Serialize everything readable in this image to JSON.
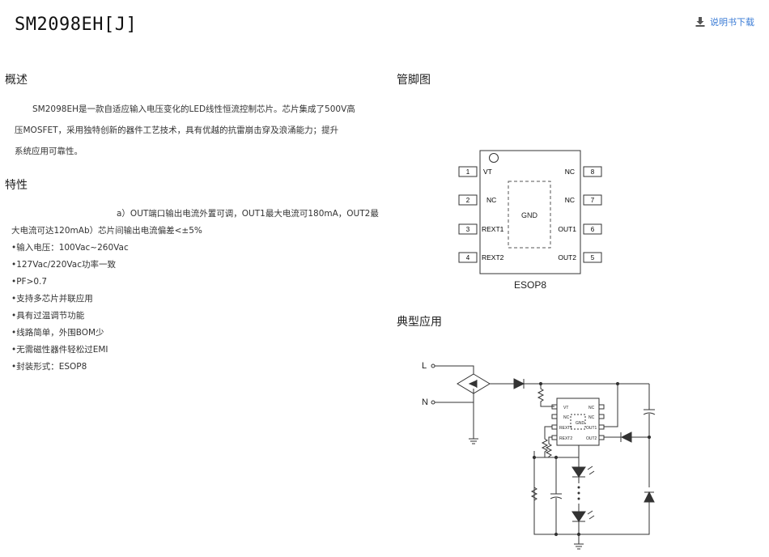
{
  "product": {
    "title": "SM2098EH[J]",
    "download_label": "说明书下载",
    "download_icon": "download-icon"
  },
  "overview": {
    "heading": "概述",
    "lines": [
      "SM2098EH是一款自适应输入电压变化的LED线性恒流控制芯片。芯片集成了500V高",
      "压MOSFET，采用独特创新的器件工艺技术，具有优越的抗雷崩击穿及浪涌能力；提升",
      "系统应用可靠性。"
    ]
  },
  "features": {
    "heading": "特性",
    "line1": "a）OUT端口输出电流外置可调，OUT1最大电流可180mA，OUT2最",
    "line2": "大电流可达120mAb）芯片间输出电流偏差<±5%",
    "items": [
      "•输入电压：100Vac~260Vac",
      "•127Vac/220Vac功率一致",
      "•PF>0.7",
      "•支持多芯片并联应用",
      "•具有过温调节功能",
      "•线路简单，外围BOM少",
      "•无需磁性器件轻松过EMI",
      "•封装形式：ESOP8"
    ]
  },
  "pinout": {
    "heading": "管脚图",
    "package": "ESOP8",
    "center_label": "GND",
    "left_pins": [
      {
        "num": "1",
        "name": "VT"
      },
      {
        "num": "2",
        "name": "NC"
      },
      {
        "num": "3",
        "name": "REXT1"
      },
      {
        "num": "4",
        "name": "REXT2"
      }
    ],
    "right_pins": [
      {
        "num": "8",
        "name": "NC"
      },
      {
        "num": "7",
        "name": "NC"
      },
      {
        "num": "6",
        "name": "OUT1"
      },
      {
        "num": "5",
        "name": "OUT2"
      }
    ]
  },
  "application": {
    "heading": "典型应用",
    "line_label": "L",
    "neutral_label": "N",
    "chip_pins_left": [
      "VT",
      "NC",
      "REXT1",
      "REXT2"
    ],
    "chip_pins_right": [
      "NC",
      "NC",
      "OUT1",
      "OUT2"
    ],
    "chip_center": "GND"
  }
}
